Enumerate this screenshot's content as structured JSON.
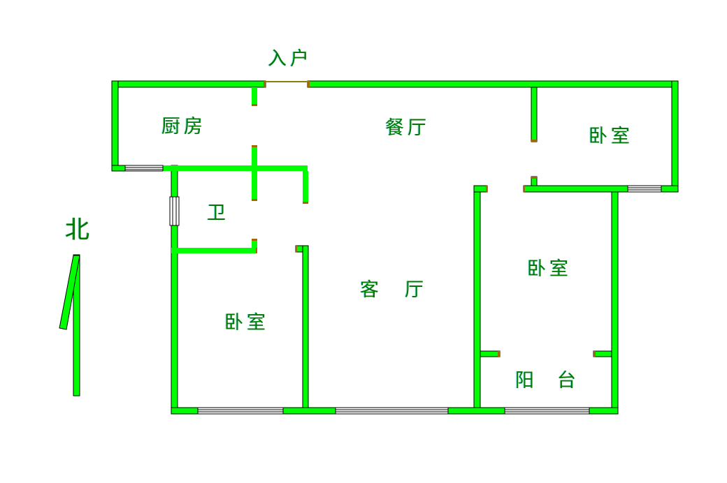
{
  "page": {
    "background": "#ffffff",
    "type": "apartment floor plan"
  },
  "colors": {
    "wall_green": "#00FF00",
    "wall_outline": "#000000",
    "label_green": "#007700",
    "door_jamb_olive": "#A06A00",
    "entrance_door_line": "#8B8000",
    "window_fill": "#FFFFFF"
  },
  "compass": {
    "label": "北"
  },
  "rooms": {
    "entrance": {
      "label": "入户"
    },
    "kitchen": {
      "label": "厨房"
    },
    "dining": {
      "label": "餐厅"
    },
    "bedroom_top_right": {
      "label": "卧室"
    },
    "bathroom": {
      "label": "卫"
    },
    "living_room": {
      "label": "客厅"
    },
    "bedroom_right": {
      "label": "卧室"
    },
    "bedroom_left": {
      "label": "卧室"
    },
    "balcony": {
      "label": "阳台"
    }
  }
}
